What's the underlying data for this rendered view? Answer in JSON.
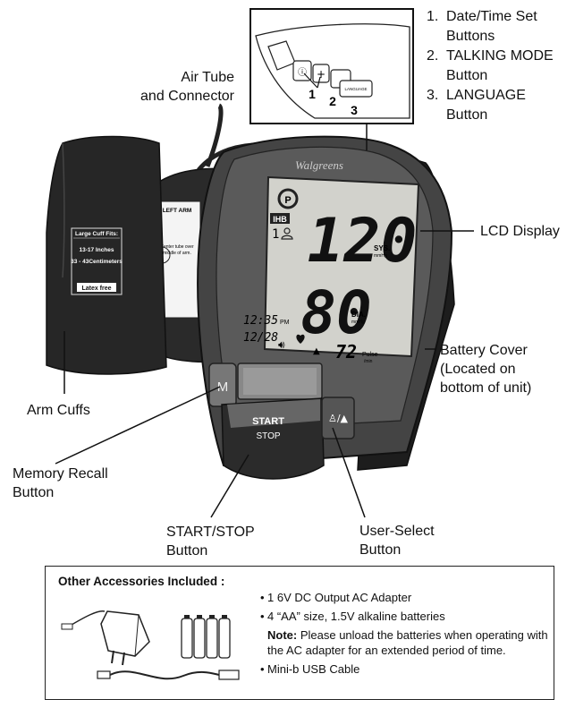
{
  "callouts": {
    "button_list": [
      {
        "num": "1.",
        "text": "Date/Time Set Buttons"
      },
      {
        "num": "2.",
        "text": "TALKING MODE Button"
      },
      {
        "num": "3.",
        "text": "LANGUAGE Button"
      }
    ],
    "air_tube": [
      "Air Tube",
      "and Connector"
    ],
    "lcd_display": "LCD Display",
    "battery_cover": [
      "Battery Cover",
      "(Located on",
      "bottom of unit)"
    ],
    "arm_cuffs": "Arm Cuffs",
    "memory_recall": [
      "Memory Recall",
      "Button"
    ],
    "start_stop": [
      "START/STOP",
      "Button"
    ],
    "user_select": [
      "User-Select",
      "Button"
    ]
  },
  "inset": {
    "numbers": [
      "1",
      "2",
      "3"
    ],
    "language_key": "LANGUAGE"
  },
  "device": {
    "brand": "Walgreens",
    "cuff_front_label": [
      "Large Cuff Fits:",
      "13-17 Inches",
      "33 - 43Centimeters",
      "Latex free"
    ],
    "cuff_back_label": [
      "LEFT ARM",
      "Center tube over",
      "middle of arm."
    ],
    "lcd": {
      "ihb": "IHB",
      "user": "1",
      "sys_value": "120",
      "sys_label": "SYS.",
      "sys_unit": "mmHg",
      "dia_value": "80",
      "dia_label": "DIA.",
      "dia_unit": "mmHg",
      "time": "12:35",
      "time_suffix": "PM",
      "date": "12/28",
      "pulse_value": "72",
      "pulse_label": "Pulse",
      "pulse_unit": "/min"
    },
    "m_key": "M",
    "start_key": "START",
    "stop_key": "STOP"
  },
  "accessories": {
    "title": "Other Accessories Included :",
    "items": [
      "1 6V DC Output AC Adapter",
      "4 “AA” size, 1.5V alkaline batteries"
    ],
    "note_label": "Note:",
    "note_text": " Please unload the batteries when operating with the AC adapter for an extended period of time.",
    "cable": "Mini-b USB Cable"
  }
}
